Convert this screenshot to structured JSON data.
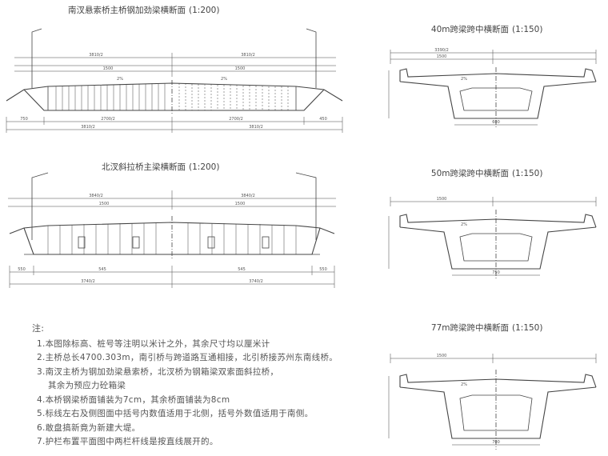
{
  "titles": {
    "sec1_title": "南汊悬索桥主桥钢加劲梁横断面",
    "sec1_scale": "(1:200)",
    "sec2_title": "北汊斜拉桥主梁横断面",
    "sec2_scale": "(1:200)",
    "sec3_title": "40m跨梁跨中横断面",
    "sec3_scale": "(1:150)",
    "sec4_title": "50m跨梁跨中横断面",
    "sec4_scale": "(1:150)",
    "sec5_title": "77m跨梁跨中横断面",
    "sec5_scale": "(1:150)"
  },
  "dims": {
    "s1_top_total": "3810/2",
    "s1_top_total_r": "3810/2",
    "s1_row2_a": "1500",
    "s1_row2_b": "1500",
    "s1_bottom_l": "3810/2",
    "s1_bottom_r": "3810/2",
    "s1_btm_a": "750",
    "s1_btm_b": "2700/2",
    "s1_btm_c": "2700/2",
    "s1_btm_d": "450",
    "s2_top_total": "3840/2",
    "s2_top_total_r": "3840/2",
    "s2_mid_l": "1500",
    "s2_mid_r": "1500",
    "s2_bot_l": "3740/2",
    "s2_bot_r": "3740/2",
    "s2_btm_a": "550",
    "s2_btm_b": "545",
    "s2_btm_c": "545",
    "s2_btm_d": "550",
    "s3_top": "3390/2",
    "s3_mid": "1500",
    "s3_bot": "600",
    "s4_mid": "1500",
    "s4_bot": "750",
    "s5_mid": "1500",
    "s5_bot": "700"
  },
  "labels": {
    "s1_deck": "2%",
    "s1_deck_r": "2%",
    "s3_deck": "2%",
    "s4_deck": "2%",
    "s5_deck": "2%"
  },
  "notes": {
    "head": "注:",
    "items": [
      "1.本图除标高、桩号等注明以米计之外，其余尺寸均以厘米计",
      "2.主桥总长4700.303m，南引桥与跨道路互通相接，北引桥接苏州东南线桥。",
      "3.南汊主桥为钢加劲梁悬索桥，北汊桥为钢箱梁双索面斜拉桥，",
      "其余为预应力砼箱梁",
      "4.本桥钢梁桥面铺装为7cm，其余桥面铺装为8cm",
      "5.标线左右及侧图面中括号内数值适用于北侧，括号外数值适用于南侧。",
      "6.敢盘搞新竟为新建大堤。",
      "7.护栏布置平面图中两栏杆线是按直线展开的。"
    ]
  }
}
